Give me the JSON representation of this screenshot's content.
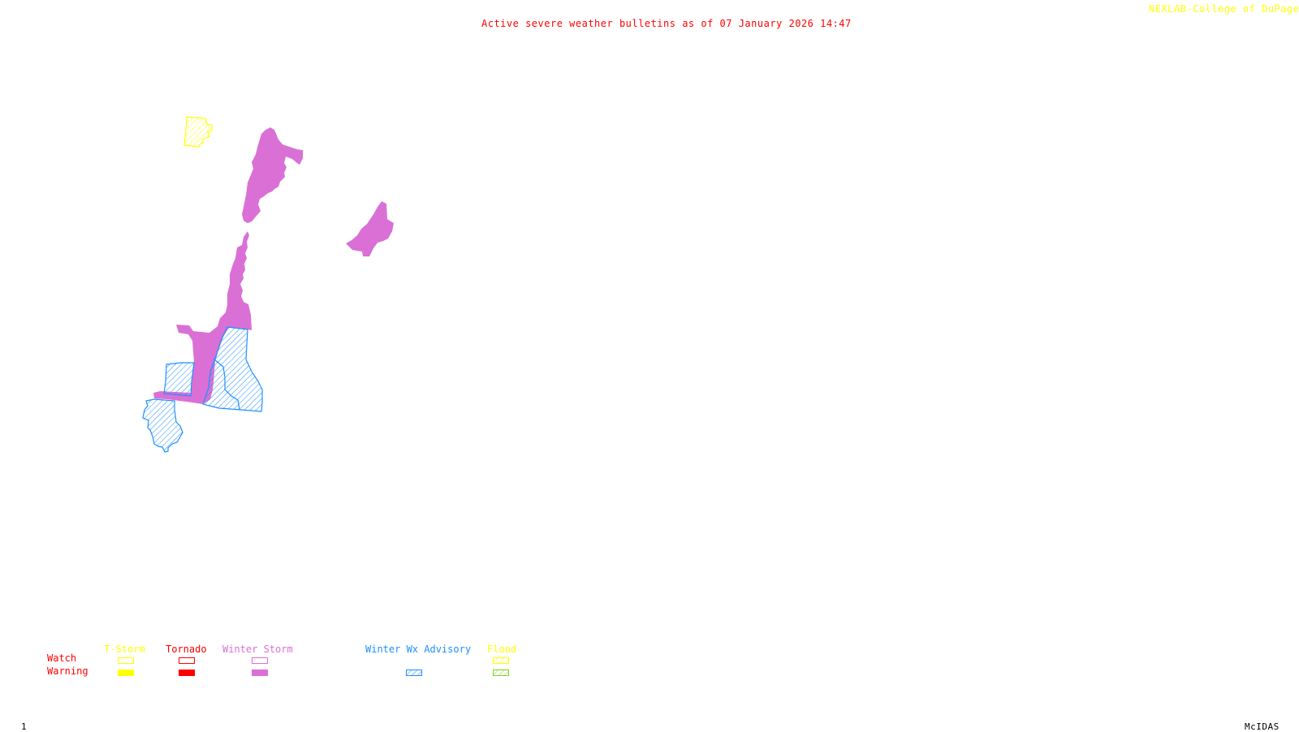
{
  "header": {
    "title": "Active severe weather bulletins as of 07 January 2026 14:47",
    "credit": "NEXLAB-College of DuPage"
  },
  "colors": {
    "title": "#ff0000",
    "credit": "#ffff00",
    "tstorm": "#ffff00",
    "tornado": "#ff0000",
    "winter_storm": "#da70d6",
    "winter_wx_advisory": "#1e90ff",
    "flood_watch": "#ffff00",
    "flood_warning": "#7fd320"
  },
  "legend": {
    "row_labels": {
      "watch": "Watch",
      "warning": "Warning"
    },
    "categories": [
      {
        "name": "T-Storm",
        "color": "#ffff00",
        "watch": "outline",
        "warning": "solid"
      },
      {
        "name": "Tornado",
        "color": "#ff0000",
        "watch": "outline",
        "warning": "solid"
      },
      {
        "name": "Winter Storm",
        "color": "#da70d6",
        "watch": "outline",
        "warning": "solid"
      },
      {
        "name": "Winter Wx Advisory",
        "color": "#1e90ff",
        "watch": null,
        "warning": "hatched"
      },
      {
        "name": "Flood",
        "color": "#ffff00",
        "watch": "hatched",
        "warning": "hatched-green"
      }
    ]
  },
  "map": {
    "areas": [
      {
        "type": "T-Storm watch area (hatched)",
        "color": "#ffff00"
      },
      {
        "type": "Winter Storm warning",
        "color": "#da70d6"
      },
      {
        "type": "Winter Storm warning",
        "color": "#da70d6"
      },
      {
        "type": "Winter Storm warning",
        "color": "#da70d6"
      },
      {
        "type": "Winter Wx Advisory",
        "color": "#1e90ff"
      },
      {
        "type": "Winter Wx Advisory",
        "color": "#1e90ff"
      },
      {
        "type": "Winter Wx Advisory",
        "color": "#1e90ff"
      }
    ]
  },
  "footer": {
    "frame_number": "1",
    "software": "McIDAS"
  }
}
